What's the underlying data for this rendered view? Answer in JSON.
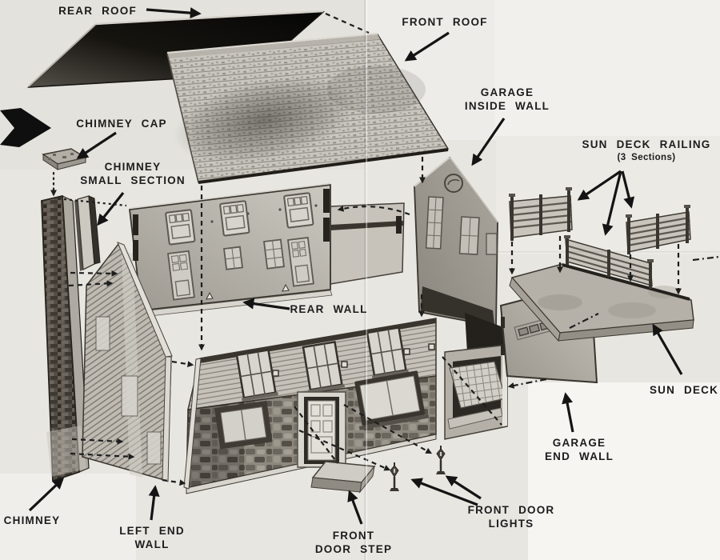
{
  "diagram": {
    "labels": {
      "rear_roof": {
        "lines": [
          "REAR ROOF"
        ]
      },
      "front_roof": {
        "lines": [
          "FRONT ROOF"
        ]
      },
      "garage_inside_wall": {
        "lines": [
          "GARAGE",
          "INSIDE WALL"
        ]
      },
      "chimney_cap": {
        "lines": [
          "CHIMNEY CAP"
        ]
      },
      "chimney_small_section": {
        "lines": [
          "CHIMNEY",
          "SMALL SECTION"
        ]
      },
      "sun_deck_railing": {
        "lines": [
          "SUN DECK RAILING"
        ],
        "note": "(3 Sections)"
      },
      "rear_wall": {
        "lines": [
          "REAR WALL"
        ]
      },
      "sun_deck": {
        "lines": [
          "SUN DECK"
        ]
      },
      "garage_end_wall": {
        "lines": [
          "GARAGE",
          "END WALL"
        ]
      },
      "chimney": {
        "lines": [
          "CHIMNEY"
        ]
      },
      "left_end_wall": {
        "lines": [
          "LEFT END",
          "WALL"
        ]
      },
      "front_door_step": {
        "lines": [
          "FRONT",
          "DOOR STEP"
        ]
      },
      "front_door_lights": {
        "lines": [
          "FRONT DOOR",
          "LIGHTS"
        ]
      }
    },
    "colors": {
      "ink": "#1c1c1c",
      "paper": "#e8e6e1",
      "dark_roof": "#121110"
    }
  }
}
